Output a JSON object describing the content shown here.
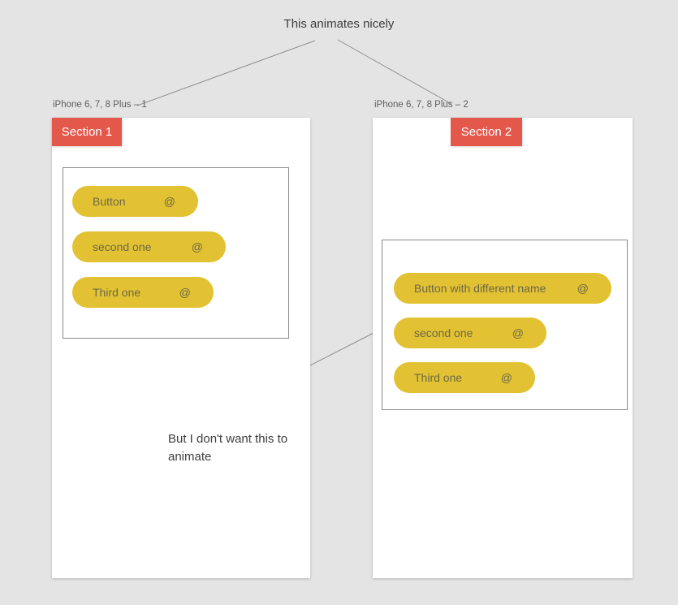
{
  "theme": {
    "background": "#e4e4e4",
    "artboard_bg": "#ffffff",
    "accent_red": "#e4584c",
    "button_yellow": "#e2c233",
    "button_text": "#6d6847",
    "line_gray": "#8f8f8f",
    "label_gray": "#5e5e5e",
    "annotation_text": "#3d3d3d",
    "box_border": "#8a8a8a",
    "tab_text": "#ffffff"
  },
  "annotations": {
    "top": "This animates nicely",
    "bottom_line1": "But I don't want this to",
    "bottom_line2": "animate"
  },
  "artboards": [
    {
      "label": "iPhone 6, 7, 8 Plus – 1",
      "section_title": "Section 1",
      "buttons": [
        {
          "label": "Button",
          "icon": "@"
        },
        {
          "label": "second one",
          "icon": "@"
        },
        {
          "label": "Third one",
          "icon": "@"
        }
      ]
    },
    {
      "label": "iPhone 6, 7, 8 Plus – 2",
      "section_title": "Section 2",
      "buttons": [
        {
          "label": "Button with different name",
          "icon": "@"
        },
        {
          "label": "second one",
          "icon": "@"
        },
        {
          "label": "Third one",
          "icon": "@"
        }
      ]
    }
  ]
}
